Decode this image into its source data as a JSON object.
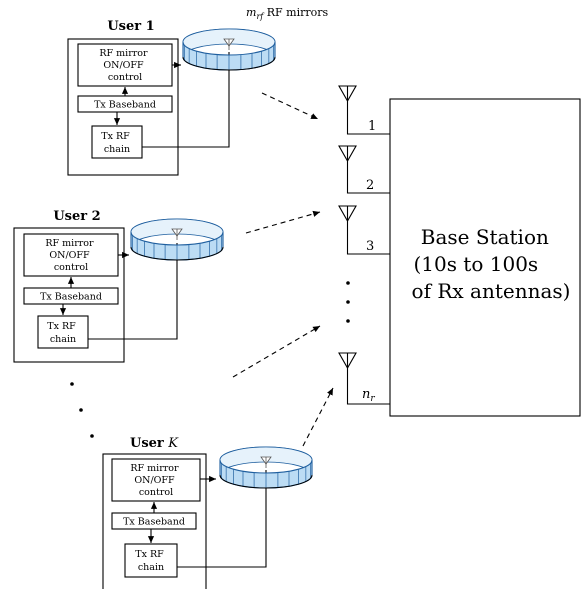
{
  "mirrors_label": {
    "prefix": "m",
    "subscript": "rf",
    "suffix": " RF mirrors"
  },
  "users": [
    {
      "title": "User 1",
      "control_lines": [
        "RF mirror",
        "ON/OFF",
        "control"
      ],
      "baseband": "Tx Baseband",
      "rf_chain_lines": [
        "Tx RF",
        "chain"
      ]
    },
    {
      "title": "User 2",
      "control_lines": [
        "RF mirror",
        "ON/OFF",
        "control"
      ],
      "baseband": "Tx Baseband",
      "rf_chain_lines": [
        "Tx RF",
        "chain"
      ]
    },
    {
      "title_prefix": "User ",
      "title_var": "K",
      "control_lines": [
        "RF mirror",
        "ON/OFF",
        "control"
      ],
      "baseband": "Tx Baseband",
      "rf_chain_lines": [
        "Tx RF",
        "chain"
      ]
    }
  ],
  "base_station": {
    "lines": [
      "Base Station",
      "(10s to 100s",
      "of Rx antennas)"
    ]
  },
  "antennas": [
    {
      "label": "1"
    },
    {
      "label": "2"
    },
    {
      "label": "3"
    },
    {
      "label_main": "n",
      "label_sub": "r"
    }
  ],
  "colors": {
    "mirror_fill": "#bcdcf4",
    "mirror_stroke": "#1f5f9f",
    "mirror_inner": "#e6f2fb",
    "lines": "#000000"
  }
}
